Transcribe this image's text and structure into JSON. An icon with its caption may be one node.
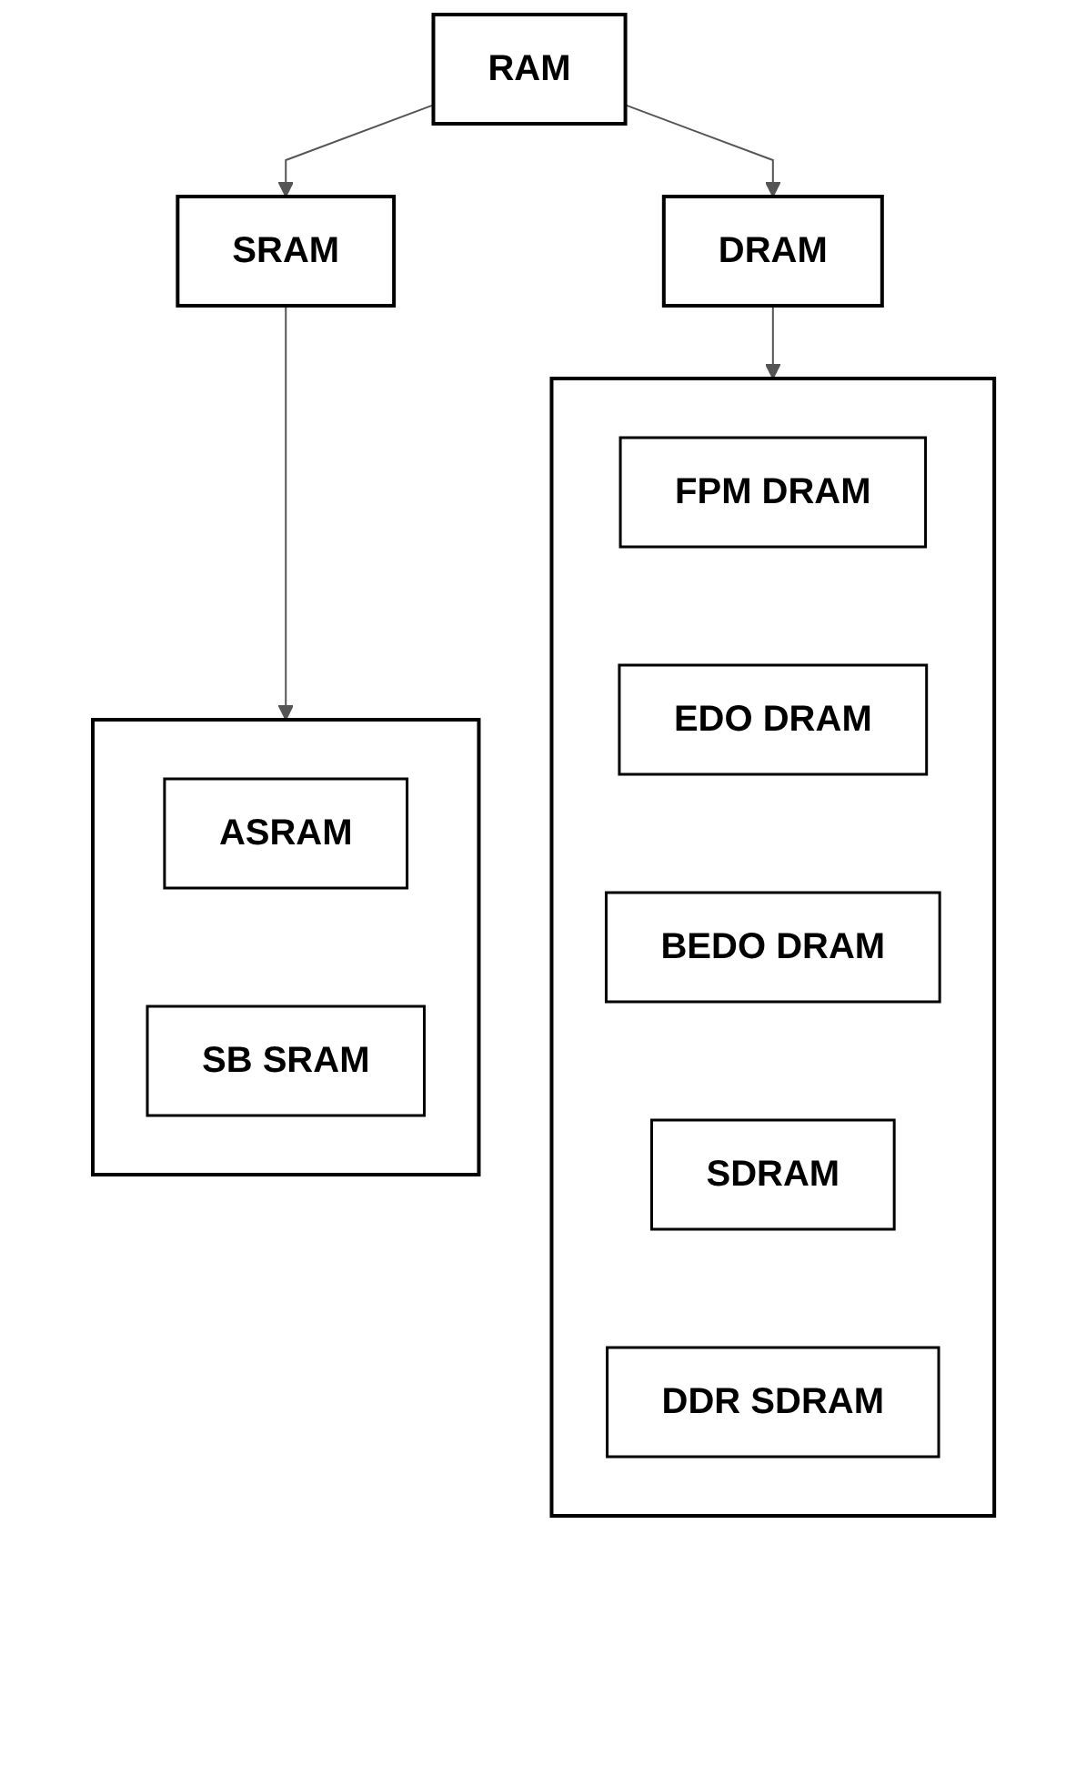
{
  "diagram": {
    "nodes": [
      {
        "text": [
          "RAM"
        ]
      },
      {
        "text": [
          "SRAM"
        ]
      },
      {
        "text": [
          "DRAM"
        ]
      },
      {
        "text": [],
        "shape": "box"
      },
      {
        "text": [
          "ASRAM"
        ],
        "in": 3
      },
      {
        "text": [
          "SB SRAM"
        ],
        "in": 3
      },
      {
        "text": [],
        "shape": "box"
      },
      {
        "text": [
          "FPM DRAM"
        ],
        "in": 6
      },
      {
        "text": [
          "EDO DRAM"
        ],
        "in": 6
      },
      {
        "text": [
          "BEDO DRAM"
        ],
        "in": 6
      },
      {
        "text": [
          "SDRAM"
        ],
        "in": 6
      },
      {
        "text": [
          "DDR SDRAM"
        ],
        "in": 6
      }
    ],
    "edges": [
      {
        "from": 0,
        "to": 1,
        "arrow": "to"
      },
      {
        "from": 0,
        "to": 2,
        "arrow": "to"
      },
      {
        "from": 1,
        "to": 3,
        "arrow": "to"
      },
      {
        "from": 2,
        "to": 6,
        "arrow": "to"
      }
    ]
  }
}
